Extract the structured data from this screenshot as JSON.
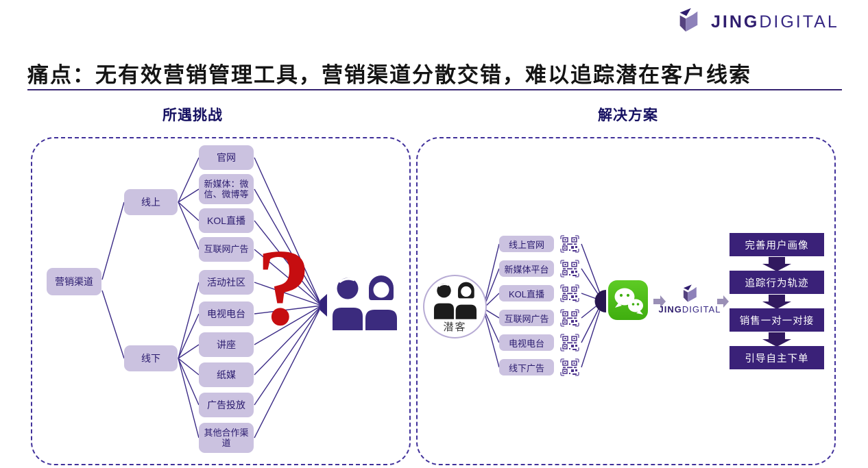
{
  "logo": {
    "jing": "JING",
    "digital": "DIGITAL"
  },
  "title": "痛点：无有效营销管理工具，营销渠道分散交错，难以追踪潜在客户线索",
  "challenge_section": {
    "header": "所遇挑战",
    "root": "营销渠道",
    "online_label": "线上",
    "offline_label": "线下",
    "online_channels": [
      "官网",
      "新媒体：微信、微博等",
      "KOL直播",
      "互联网广告"
    ],
    "offline_channels": [
      "活动社区",
      "电视电台",
      "讲座",
      "纸媒",
      "广告投放",
      "其他合作渠道"
    ],
    "question_mark": "?"
  },
  "solution_section": {
    "header": "解决方案",
    "prospect_label": "潜客",
    "channels": [
      "线上官网",
      "新媒体平台",
      "KOL直播",
      "互联网广告",
      "电视电台",
      "线下广告"
    ],
    "brand": {
      "jing": "JING",
      "digital": "DIGITAL"
    },
    "steps": [
      "完善用户画像",
      "追踪行为轨迹",
      "销售一对一对接",
      "引导自主下单"
    ]
  },
  "icons": {
    "logo_mark": "jingdigital-mark",
    "question": "question-mark",
    "audience": "two-person-silhouette",
    "prospect": "two-person-silhouette",
    "qr": "qr-code",
    "wechat": "wechat-app",
    "arrow_right": "arrow-right",
    "arrow_down": "arrow-down"
  },
  "colors": {
    "accent_purple": "#3b2b86",
    "light_box_fill": "#cbc2e0",
    "box_text": "#2a1b6e",
    "step_box_bg": "#3a2178",
    "question_red": "#c60d10",
    "wechat_green": "#4ebe16",
    "header_text": "#151061",
    "logo_dark": "#2f1d6e",
    "logo_light": "#8d81b9"
  }
}
